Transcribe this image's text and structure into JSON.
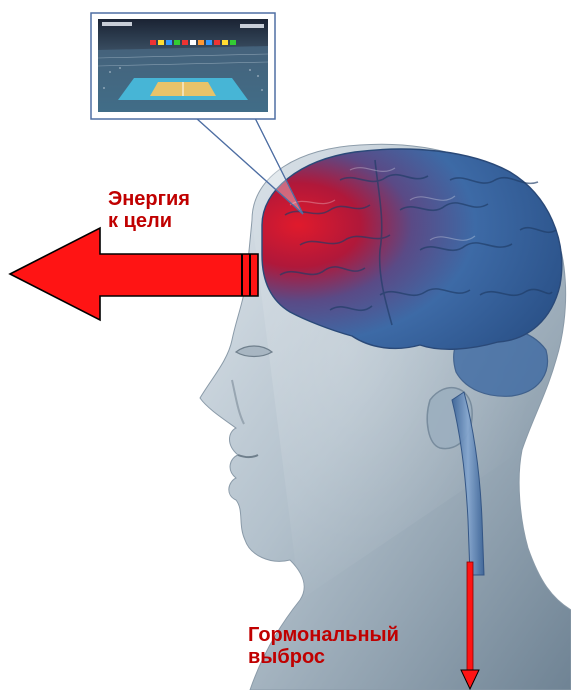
{
  "labels": {
    "energy_to_target": "Энергия\nк цели",
    "hormonal_release": "Гормональный\nвыброс"
  },
  "colors": {
    "label_text": "#c00000",
    "arrow_fill": "#ff1414",
    "arrow_stroke": "#000000",
    "callout_border": "#4f6fa3",
    "brain_front": "#d0162a",
    "brain_back": "#3f6ea8",
    "head_skin": "#aebdc9",
    "background": "#ffffff"
  },
  "icons": {
    "inset_photo": "arena-photo",
    "left_arrow": "left-arrow-icon",
    "down_arrow": "down-arrow-icon"
  }
}
